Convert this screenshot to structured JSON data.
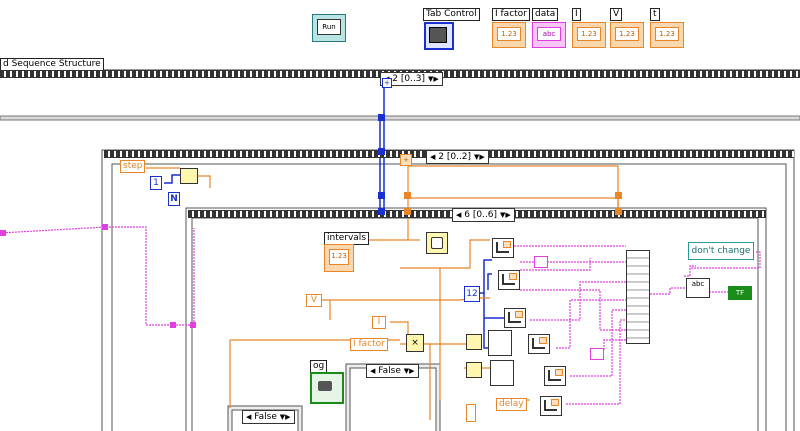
{
  "top_controls": {
    "run_label": "Run",
    "tab_control_label": "Tab Control",
    "i_factor_label": "I factor",
    "data_label": "data",
    "i_label": "I",
    "v_label": "V",
    "extra_label": "t",
    "num_glyph": "1.23",
    "str_glyph": "abc"
  },
  "sequence": {
    "label": "d Sequence Structure",
    "outer_selector": "2 [0..3]",
    "middle_selector": "2 [0..2]",
    "inner_selector": "6 [0..6]"
  },
  "diagram": {
    "step_label": "step",
    "one_const": "1",
    "n_label": "N",
    "intervals_label": "intervals",
    "v_label": "V",
    "i_label": "I",
    "i_factor_label": "I factor",
    "const_12": "12",
    "dont_change_label": "don't change",
    "abc_glyph": "abc",
    "tf_glyph": "TF",
    "delay_label": "delay",
    "log_label": "og",
    "false_label_1": "False",
    "false_label_2": "False",
    "num_glyph": "1.23",
    "plus_glyph": "+"
  },
  "colors": {
    "orange_wire": "#e8862a",
    "pink_wire": "#e040e0",
    "blue_wire": "#1a2fd0",
    "green_bool": "#1a8c1a",
    "teal_string": "#2a9a9a",
    "frame": "#333333"
  },
  "icons": {
    "run_icon": "run-icon",
    "tab_control_icon": "tab-control-icon",
    "timer_icon": "timer-icon",
    "camera_icon": "camera-icon"
  }
}
